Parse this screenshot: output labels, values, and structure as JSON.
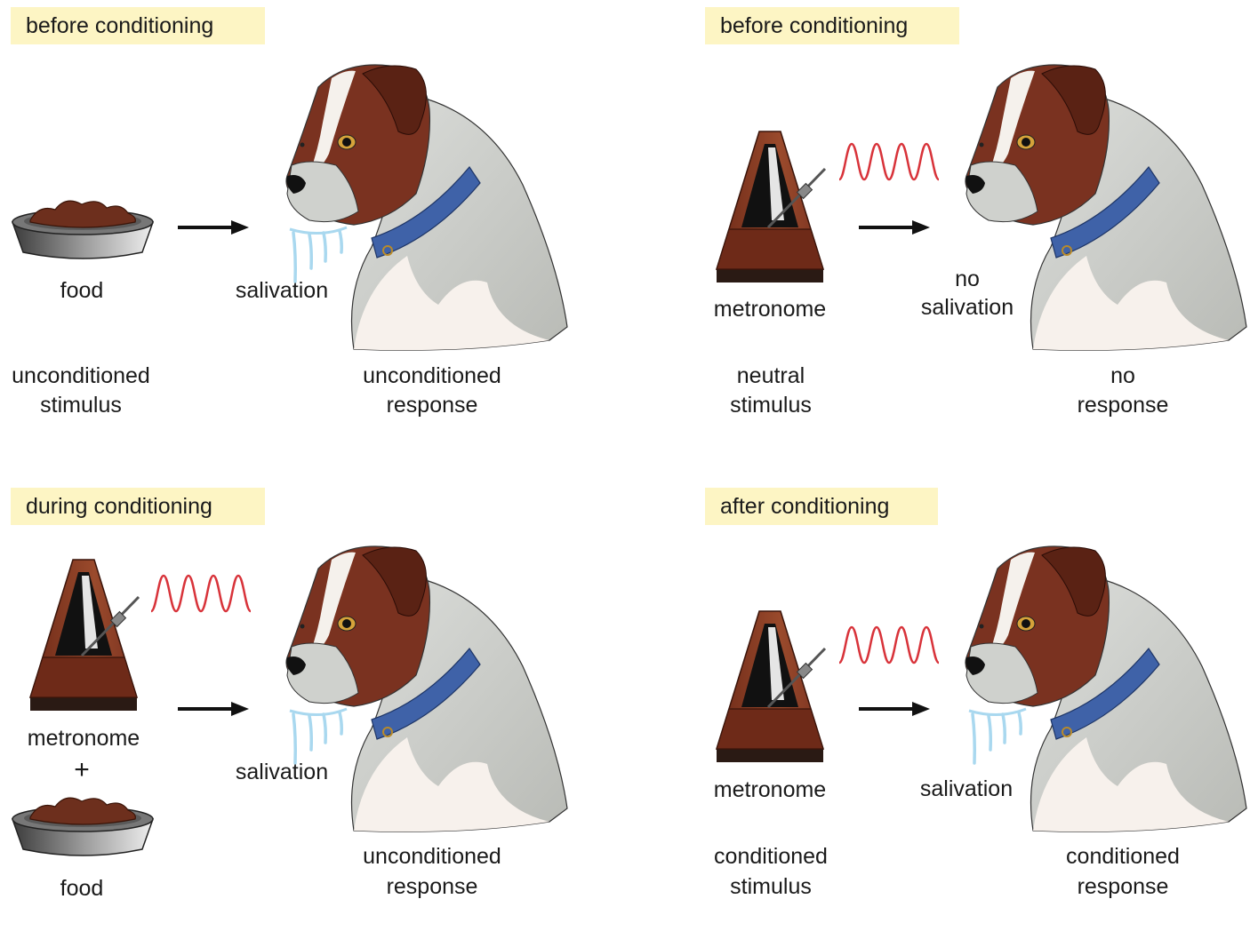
{
  "panels": {
    "top_left": {
      "phase": "before conditioning",
      "stimulus_label": "food",
      "response_label": "salivation",
      "stimulus_type": [
        "unconditioned",
        "stimulus"
      ],
      "response_type": [
        "unconditioned",
        "response"
      ]
    },
    "top_right": {
      "phase": "before conditioning",
      "stimulus_label": "metronome",
      "response_label": [
        "no",
        "salivation"
      ],
      "stimulus_type": [
        "neutral",
        "stimulus"
      ],
      "response_type": [
        "no",
        "response"
      ]
    },
    "bottom_left": {
      "phase": "during conditioning",
      "stimulus_label_1": "metronome",
      "plus": "+",
      "stimulus_label_2": "food",
      "response_label": "salivation",
      "response_type": [
        "unconditioned",
        "response"
      ]
    },
    "bottom_right": {
      "phase": "after conditioning",
      "stimulus_label": "metronome",
      "response_label": "salivation",
      "stimulus_type": [
        "conditioned",
        "stimulus"
      ],
      "response_type": [
        "conditioned",
        "response"
      ]
    }
  },
  "icons": [
    "food-bowl-icon",
    "metronome-icon",
    "sound-wave-icon",
    "arrow-icon",
    "dog-icon",
    "drool-icon"
  ],
  "colors": {
    "phase_tag_bg": "#fdf5c4",
    "dog_brown": "#7a3220",
    "dog_grey": "#c9cbc7",
    "collar": "#3f62a8",
    "drool": "#a9d8ef",
    "sound_wave": "#d8333a",
    "metronome_wood": "#8a3a24"
  }
}
